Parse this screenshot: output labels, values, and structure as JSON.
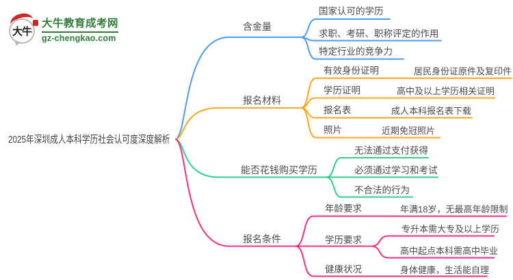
{
  "logo": {
    "mark_text": "大牛",
    "site_name": "大牛教育成考网",
    "site_url": "gz-chengkao.com"
  },
  "root": {
    "title": "2025年深圳成人本科学历社会认可度深度解析"
  },
  "colors": {
    "blue": "#4d9aec",
    "orange": "#fba71b",
    "green": "#33cb8e",
    "pink": "#f92e7f",
    "logo_green": "#2e7d36",
    "logo_red": "#c92a24",
    "node_text": "#4a4a4a"
  },
  "branches": [
    {
      "label": "含金量",
      "color": "#4d9aec",
      "children": [
        {
          "label": "国家认可的学历"
        },
        {
          "label": "求职、考研、职称评定的作用"
        },
        {
          "label": "特定行业的竞争力"
        }
      ]
    },
    {
      "label": "报名材料",
      "color": "#fba71b",
      "children": [
        {
          "label": "有效身份证明",
          "children": [
            {
              "label": "居民身份证原件及复印件"
            }
          ]
        },
        {
          "label": "学历证明",
          "children": [
            {
              "label": "高中及以上学历相关证明"
            }
          ]
        },
        {
          "label": "报名表",
          "children": [
            {
              "label": "成人本科报名表下载"
            }
          ]
        },
        {
          "label": "照片",
          "children": [
            {
              "label": "近期免冠照片"
            }
          ]
        }
      ]
    },
    {
      "label": "能否花钱购买学历",
      "color": "#33cb8e",
      "children": [
        {
          "label": "无法通过支付获得"
        },
        {
          "label": "必须通过学习和考试"
        },
        {
          "label": "不合法的行为"
        }
      ]
    },
    {
      "label": "报名条件",
      "color": "#f92e7f",
      "children": [
        {
          "label": "年龄要求",
          "children": [
            {
              "label": "年满18岁，无最高年龄限制"
            }
          ]
        },
        {
          "label": "学历要求",
          "children": [
            {
              "label": "专升本需大专及以上学历"
            },
            {
              "label": "高中起点本科需高中毕业"
            }
          ]
        },
        {
          "label": "健康状况",
          "children": [
            {
              "label": "身体健康，生活能自理"
            }
          ]
        }
      ]
    }
  ]
}
